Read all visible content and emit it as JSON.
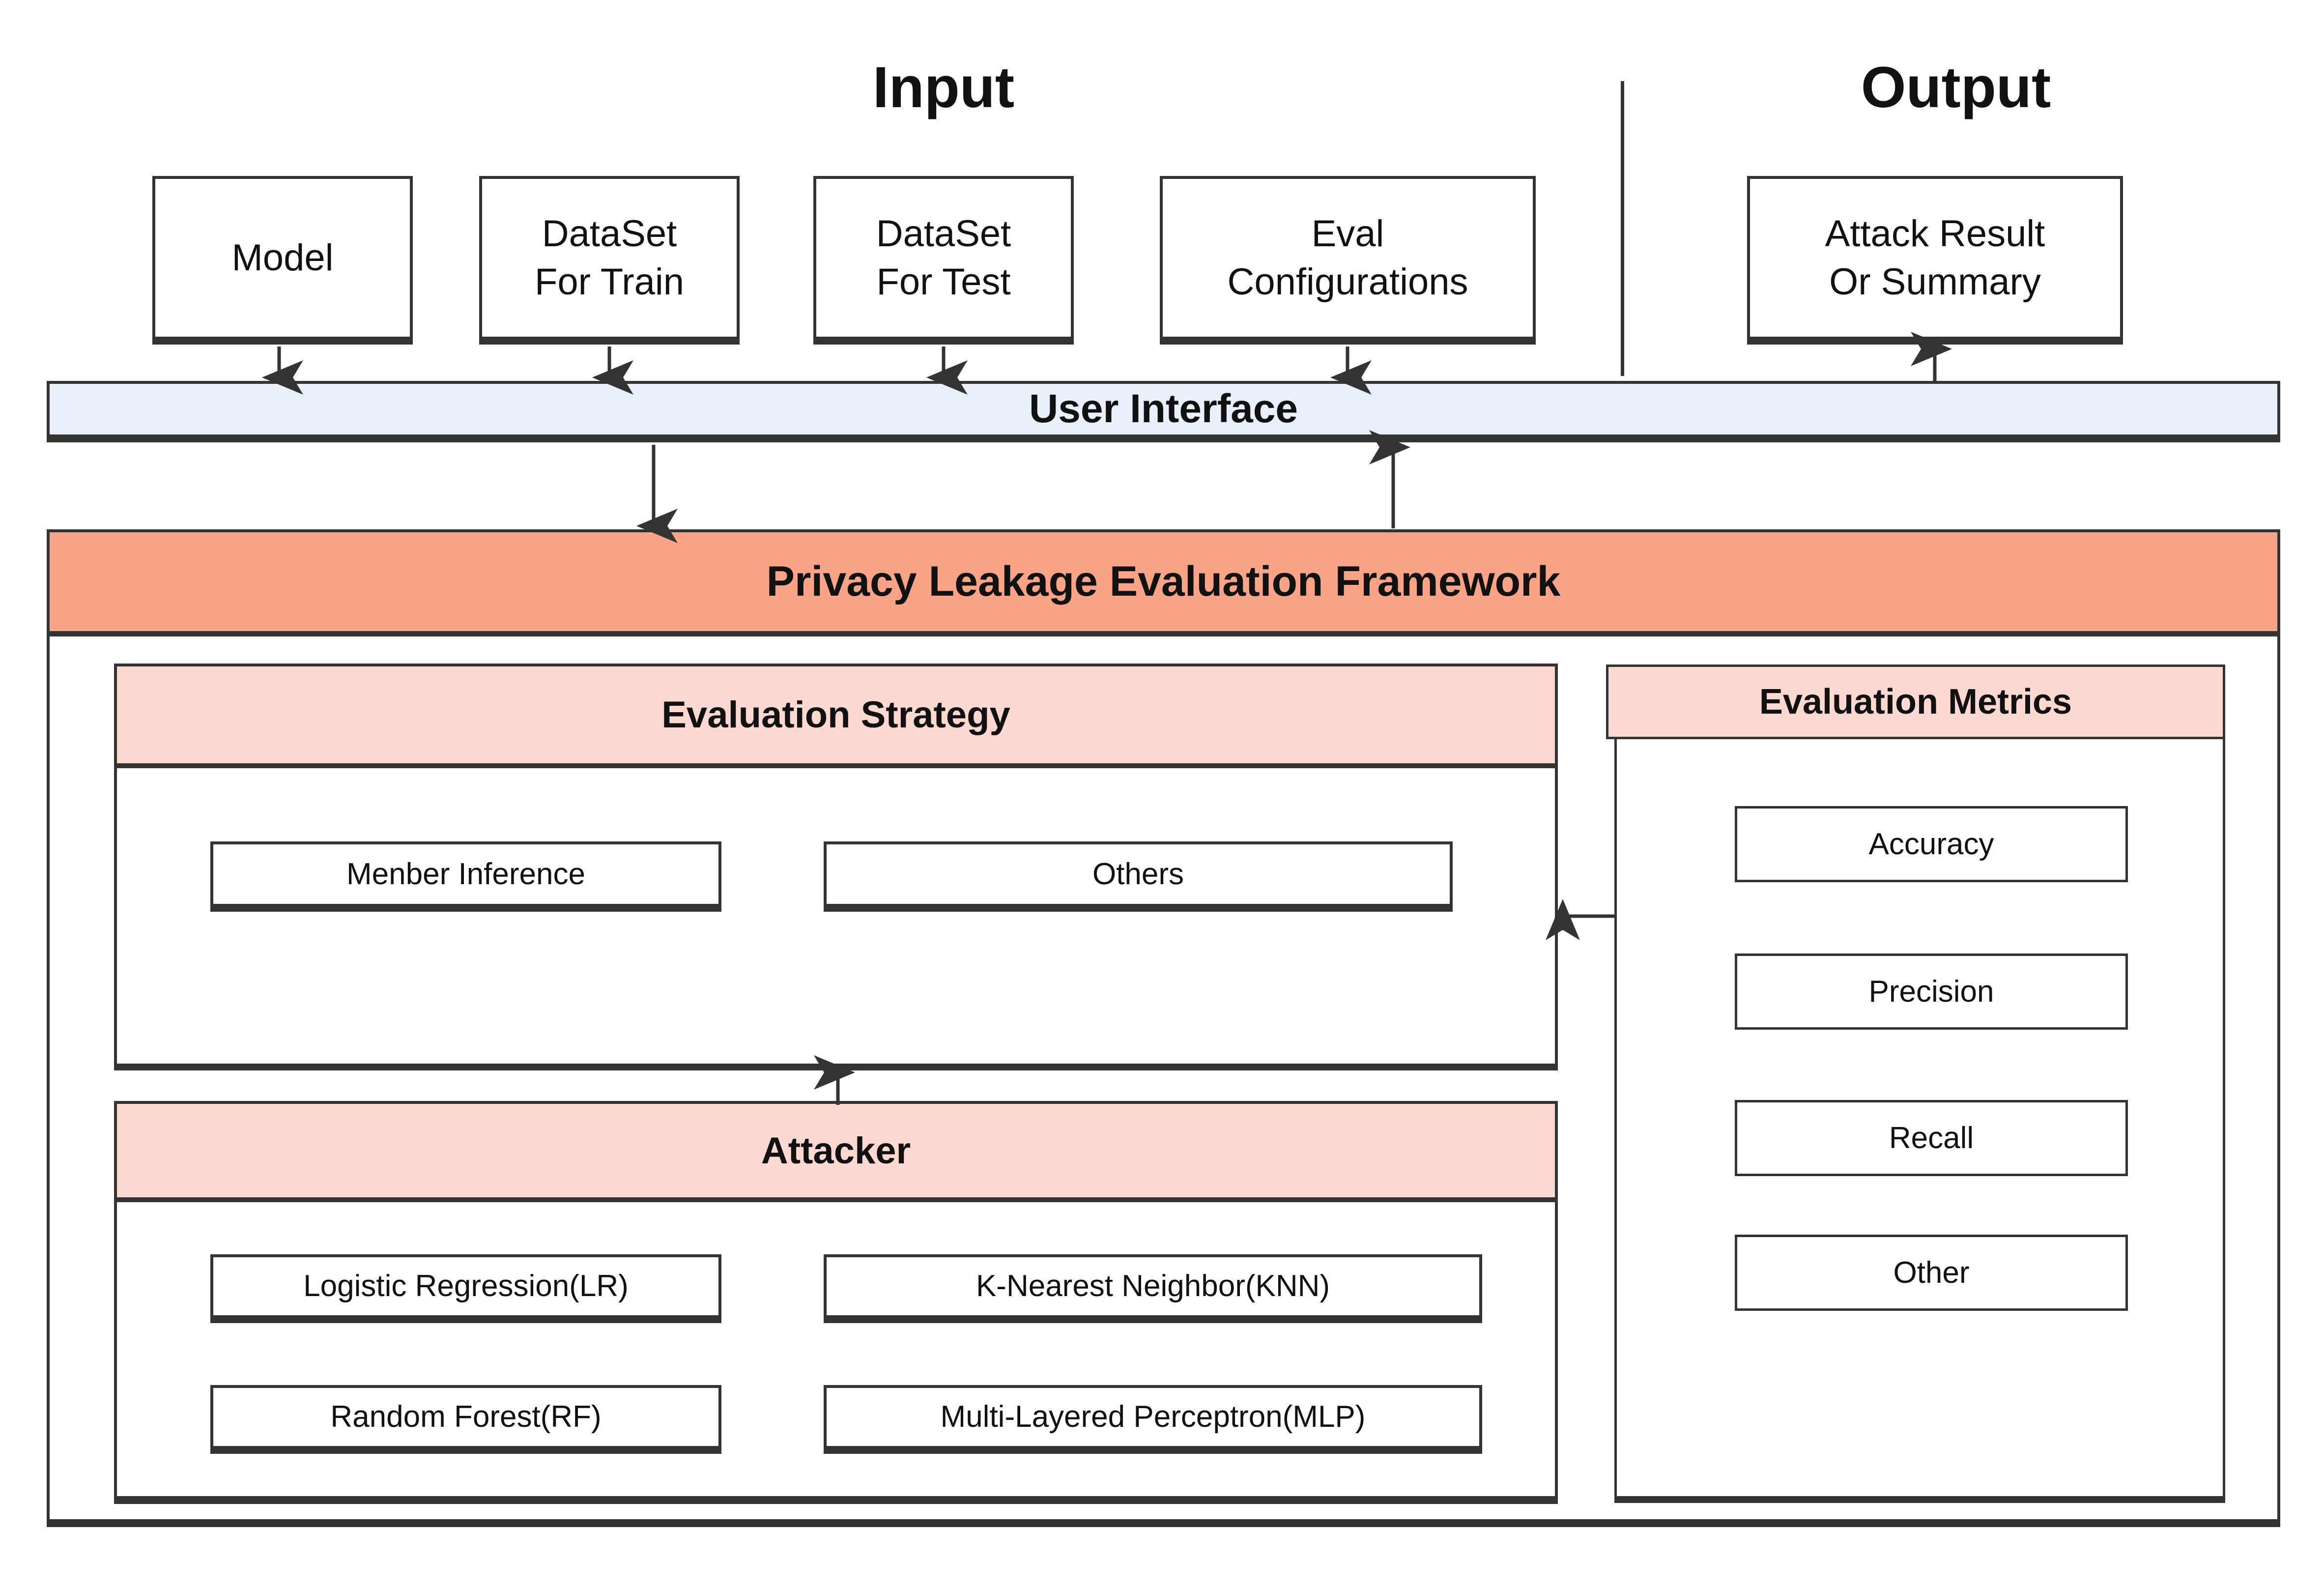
{
  "diagram": {
    "title": "Privacy Leakage Evaluation Framework architecture",
    "colors": {
      "stroke": "#333333",
      "user_interface_fill": "#e7f0fb",
      "framework_header_fill": "#faa487",
      "section_header_fill": "#fdd8d0",
      "box_fill": "#ffffff",
      "text": "#111111"
    }
  },
  "headings": {
    "input": "Input",
    "output": "Output"
  },
  "input_boxes": [
    {
      "label": "Model",
      "lines": [
        "Model"
      ]
    },
    {
      "label": "DataSet For Train",
      "lines": [
        "DataSet",
        "For Train"
      ]
    },
    {
      "label": "DataSet For Test",
      "lines": [
        "DataSet",
        "For Test"
      ]
    },
    {
      "label": "Eval Configurations",
      "lines": [
        "Eval",
        "Configurations"
      ]
    }
  ],
  "output_boxes": [
    {
      "label": "Attack Result Or Summary",
      "lines": [
        "Attack Result",
        "Or Summary"
      ]
    }
  ],
  "user_interface": {
    "label": "User Interface"
  },
  "framework": {
    "header": "Privacy Leakage Evaluation Framework",
    "evaluation_strategy": {
      "header": "Evaluation Strategy",
      "items": [
        {
          "label": "Menber Inference"
        },
        {
          "label": "Others"
        }
      ]
    },
    "attacker": {
      "header": "Attacker",
      "items": [
        {
          "label": "Logistic Regression(LR)"
        },
        {
          "label": "K-Nearest Neighbor(KNN)"
        },
        {
          "label": "Random Forest(RF)"
        },
        {
          "label": "Multi-Layered Perceptron(MLP)"
        }
      ]
    },
    "evaluation_metrics": {
      "header": "Evaluation Metrics",
      "items": [
        {
          "label": "Accuracy"
        },
        {
          "label": "Precision"
        },
        {
          "label": "Recall"
        },
        {
          "label": "Other"
        }
      ]
    }
  }
}
